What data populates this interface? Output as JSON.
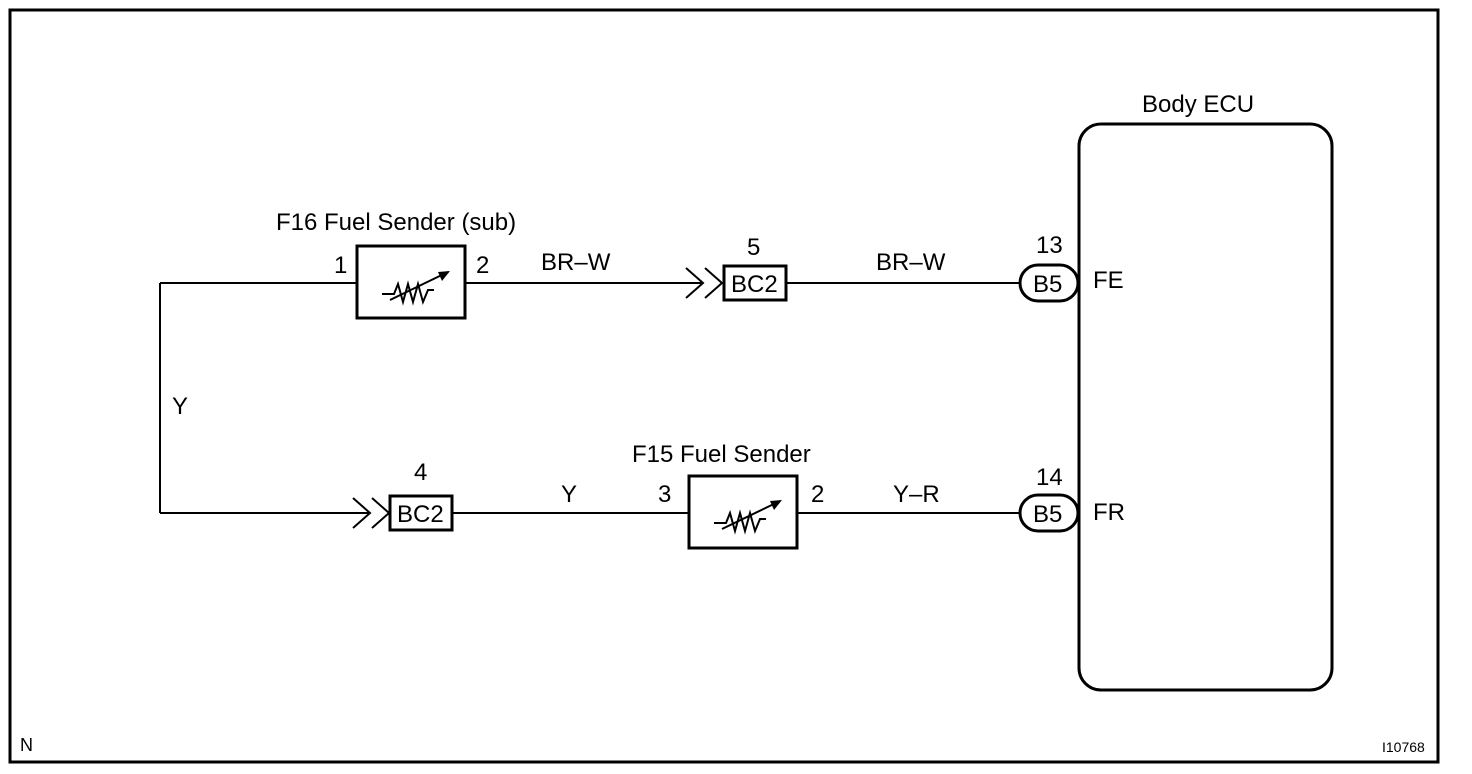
{
  "ecu": {
    "title": "Body ECU"
  },
  "f16": {
    "title": "F16 Fuel Sender (sub)",
    "pin_left": "1",
    "pin_right": "2"
  },
  "f15": {
    "title": "F15 Fuel Sender",
    "pin_left": "3",
    "pin_right": "2"
  },
  "connector_top": {
    "label": "BC2",
    "pin": "5"
  },
  "connector_bottom": {
    "label": "BC2",
    "pin": "4"
  },
  "ecu_conn_top": {
    "label": "B5",
    "pin": "13",
    "terminal": "FE"
  },
  "ecu_conn_bottom": {
    "label": "B5",
    "pin": "14",
    "terminal": "FR"
  },
  "wires": {
    "top_left": "BR–W",
    "top_right": "BR–W",
    "left_vertical": "Y",
    "bottom_left": "Y",
    "bottom_right": "Y–R"
  },
  "corner": {
    "left": "N",
    "right": "I10768"
  }
}
